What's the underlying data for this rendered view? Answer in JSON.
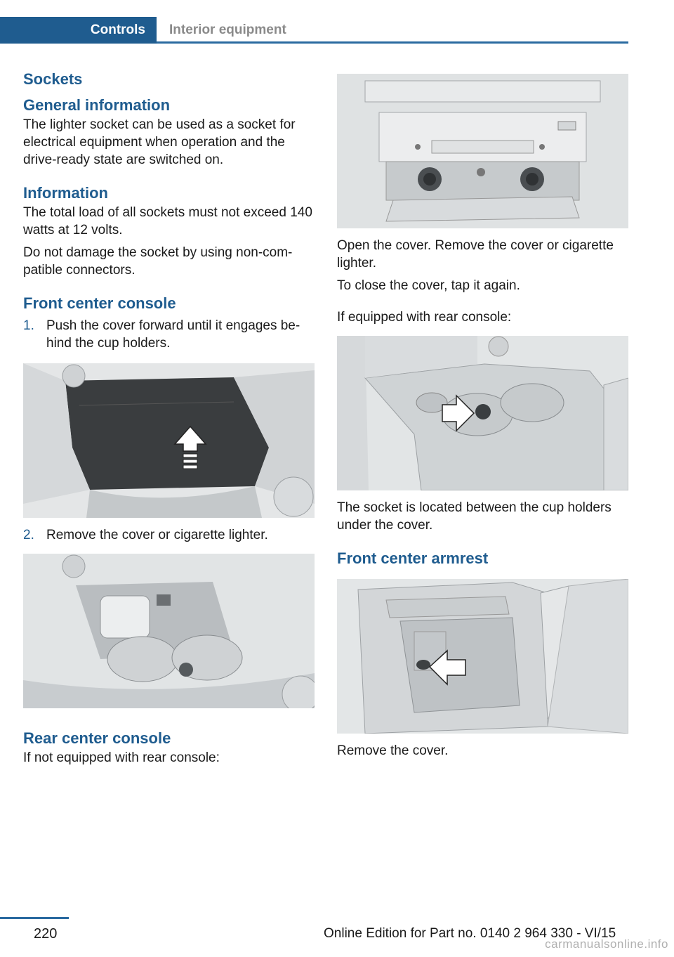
{
  "header": {
    "chapter": "Controls",
    "section": "Interior equipment"
  },
  "left": {
    "title": "Sockets",
    "general_heading": "General information",
    "general_text": "The lighter socket can be used as a socket for electrical equipment when operation and the drive-ready state are switched on.",
    "info_heading": "Information",
    "info_text_1": "The total load of all sockets must not exceed 140 watts at 12 volts.",
    "info_text_2": "Do not damage the socket by using non-com‐patible connectors.",
    "front_console_heading": "Front center console",
    "steps": [
      {
        "num": "1.",
        "text": "Push the cover forward until it engages be‐hind the cup holders."
      },
      {
        "num": "2.",
        "text": "Remove the cover or cigarette lighter."
      }
    ],
    "rear_console_heading": "Rear center console",
    "rear_console_text": "If not equipped with rear console:"
  },
  "right": {
    "open_cover_text": "Open the cover. Remove the cover or cigarette lighter.",
    "close_cover_text": "To close the cover, tap it again.",
    "rear_console_text": "If equipped with rear console:",
    "socket_location_text": "The socket is located between the cup holders under the cover.",
    "armrest_heading": "Front center armrest",
    "armrest_text": "Remove the cover."
  },
  "footer": {
    "page_number": "220",
    "edition": "Online Edition for Part no. 0140 2 964 330 - VI/15",
    "watermark": "carmanualsonline.info"
  }
}
